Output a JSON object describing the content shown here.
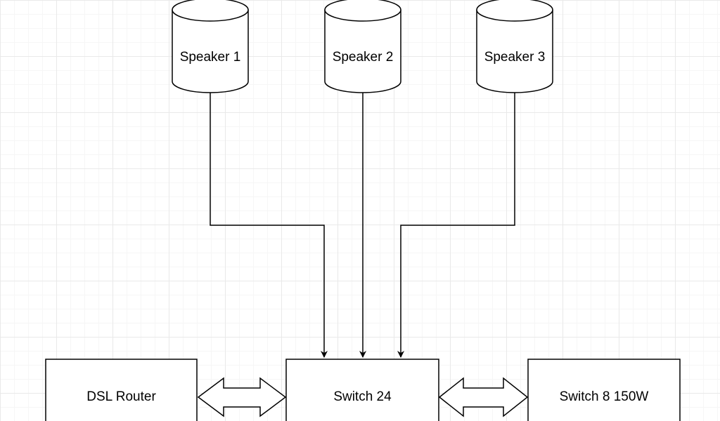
{
  "diagram": {
    "nodes": {
      "speaker_1": {
        "label": "Speaker 1",
        "shape": "cylinder"
      },
      "speaker_2": {
        "label": "Speaker 2",
        "shape": "cylinder"
      },
      "speaker_3": {
        "label": "Speaker 3",
        "shape": "cylinder"
      },
      "dsl_router": {
        "label": "DSL Router",
        "shape": "rectangle"
      },
      "switch_24": {
        "label": "Switch 24",
        "shape": "rectangle"
      },
      "switch_8_150w": {
        "label": "Switch 8 150W",
        "shape": "rectangle"
      }
    },
    "edges": [
      {
        "from": "speaker_1",
        "to": "switch_24",
        "style": "orthogonal-arrow"
      },
      {
        "from": "speaker_2",
        "to": "switch_24",
        "style": "straight-arrow"
      },
      {
        "from": "speaker_3",
        "to": "switch_24",
        "style": "orthogonal-arrow"
      },
      {
        "from": "dsl_router",
        "to": "switch_24",
        "style": "double-block-arrow"
      },
      {
        "from": "switch_24",
        "to": "switch_8_150w",
        "style": "double-block-arrow"
      }
    ],
    "colors": {
      "stroke": "#000000",
      "fill": "#ffffff",
      "grid": "#e9e9e9"
    }
  }
}
